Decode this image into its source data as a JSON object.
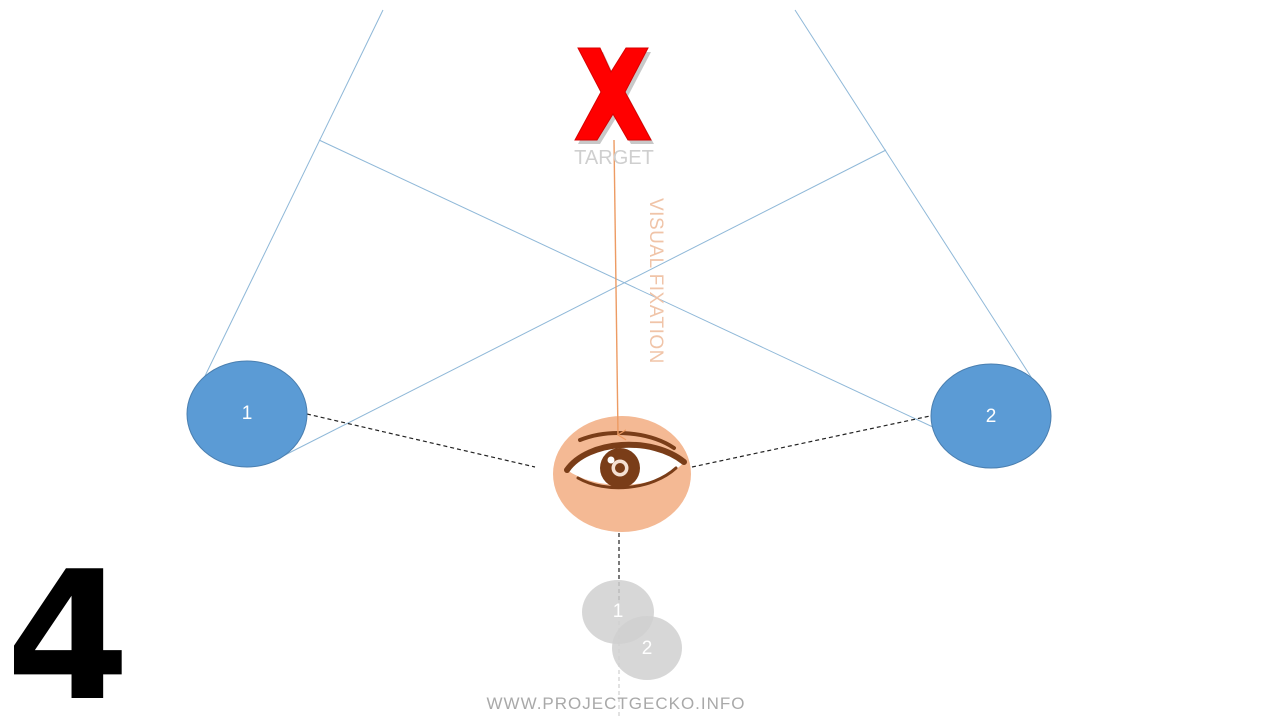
{
  "step_number": "4",
  "target": {
    "mark": "X",
    "label": "TARGET"
  },
  "fixation_label": "VISUAL FIXATION",
  "nodes": {
    "left": "1",
    "right": "2",
    "ghost_left": "1",
    "ghost_right": "2"
  },
  "website": "WWW.PROJECTGECKO.INFO",
  "colors": {
    "node_blue": "#5b9bd5",
    "eye_circle": "#f4b994",
    "eye_brown": "#7a3d18",
    "target_red": "#ff0000",
    "fixation_arrow": "#ed9b63",
    "sight_lines": "#8fb8d8",
    "ghost_gray": "#d0d0d0"
  },
  "icons": {
    "eye": "eye-icon",
    "target": "x-mark-icon"
  }
}
